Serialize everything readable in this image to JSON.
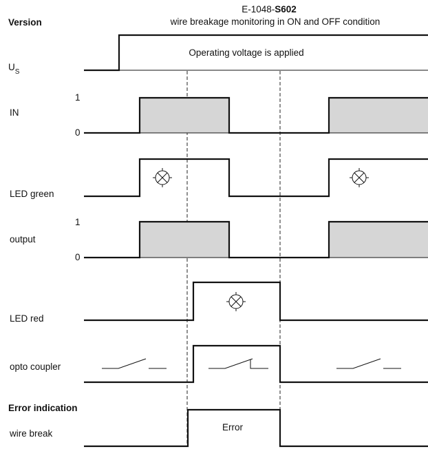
{
  "header": {
    "version_label": "Version",
    "product_prefix": "E-1048-",
    "product_suffix": "S602",
    "subtitle": "wire breakage monitoring in ON and OFF condition"
  },
  "signals": {
    "us": {
      "label_main": "U",
      "label_sub": "S",
      "note": "Operating voltage is applied"
    },
    "in": {
      "label": "IN",
      "level_high": "1",
      "level_low": "0"
    },
    "led_green": {
      "label": "LED green"
    },
    "output": {
      "label": "output",
      "level_high": "1",
      "level_low": "0"
    },
    "led_red": {
      "label": "LED red"
    },
    "opto_coupler": {
      "label": "opto coupler"
    },
    "error_section": {
      "heading": "Error indication"
    },
    "wire_break": {
      "label": "wire break",
      "note": "Error"
    }
  }
}
